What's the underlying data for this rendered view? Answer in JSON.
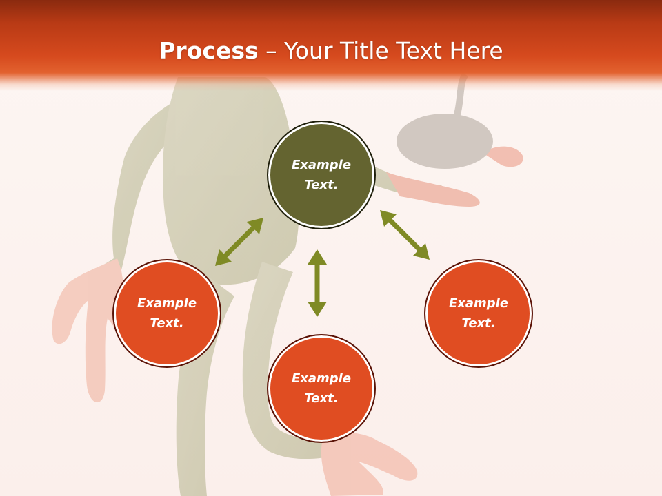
{
  "slide": {
    "title_bold": "Process",
    "title_rest": " – Your Title Text Here"
  },
  "nodes": {
    "center": "Example\nText.",
    "left": "Example\nText.",
    "right": "Example\nText.",
    "bottom": "Example\nText."
  },
  "colors": {
    "header": "#d64a1e",
    "node_orange": "#e04d22",
    "node_center": "#646430",
    "arrow": "#7f8a25"
  },
  "arrow_icon": "double-headed-arrow-icon"
}
